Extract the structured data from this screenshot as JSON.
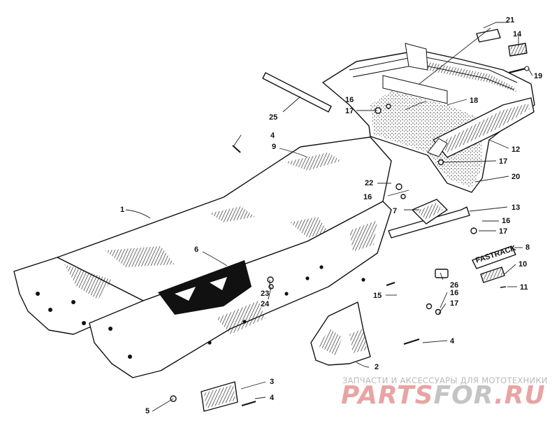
{
  "diagram": {
    "callouts": [
      {
        "id": "c1",
        "label": "1"
      },
      {
        "id": "c2",
        "label": "2"
      },
      {
        "id": "c3",
        "label": "3"
      },
      {
        "id": "c4a",
        "label": "4"
      },
      {
        "id": "c4b",
        "label": "4"
      },
      {
        "id": "c4c",
        "label": "4"
      },
      {
        "id": "c5",
        "label": "5"
      },
      {
        "id": "c6",
        "label": "6"
      },
      {
        "id": "c7",
        "label": "7"
      },
      {
        "id": "c8",
        "label": "8"
      },
      {
        "id": "c9",
        "label": "9"
      },
      {
        "id": "c10",
        "label": "10"
      },
      {
        "id": "c11",
        "label": "11"
      },
      {
        "id": "c12",
        "label": "12"
      },
      {
        "id": "c13",
        "label": "13"
      },
      {
        "id": "c14",
        "label": "14"
      },
      {
        "id": "c15",
        "label": "15"
      },
      {
        "id": "c16a",
        "label": "16"
      },
      {
        "id": "c16b",
        "label": "16"
      },
      {
        "id": "c16c",
        "label": "16"
      },
      {
        "id": "c16d",
        "label": "16"
      },
      {
        "id": "c17a",
        "label": "17"
      },
      {
        "id": "c17b",
        "label": "17"
      },
      {
        "id": "c17c",
        "label": "17"
      },
      {
        "id": "c17d",
        "label": "17"
      },
      {
        "id": "c18",
        "label": "18"
      },
      {
        "id": "c19",
        "label": "19"
      },
      {
        "id": "c20",
        "label": "20"
      },
      {
        "id": "c21",
        "label": "21"
      },
      {
        "id": "c22",
        "label": "22"
      },
      {
        "id": "c23",
        "label": "23"
      },
      {
        "id": "c24",
        "label": "24"
      },
      {
        "id": "c25",
        "label": "25"
      },
      {
        "id": "c26",
        "label": "26"
      }
    ],
    "decal_text": "FASTRACK"
  },
  "watermark": {
    "tagline": "ЗАПЧАСТИ И АКСЕССУАРЫ ДЛЯ МОТОТЕХНИКИ",
    "brand_part1": "PARTS",
    "brand_part2": "FOR",
    "brand_part3": ".RU",
    "colors": {
      "red": "#e8a4a4",
      "gray": "#c4c4c4"
    }
  }
}
